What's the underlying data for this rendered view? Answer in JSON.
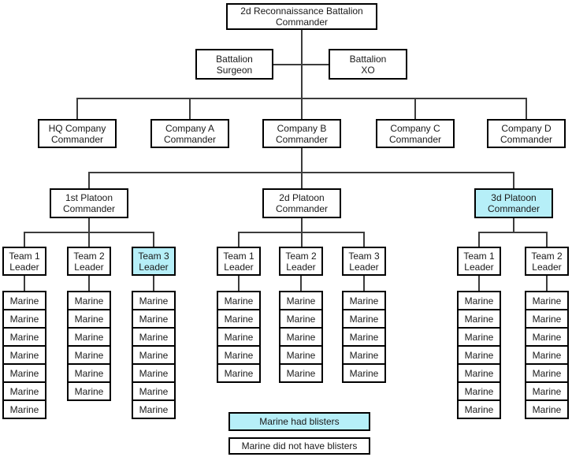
{
  "colors": {
    "highlight": "#b6eff8",
    "box_background": "#ffffff",
    "box_border": "#000000",
    "connector_line": "#3c3c3c"
  },
  "root": {
    "label": "2d Reconnaissance Battalion\nCommander"
  },
  "staff": [
    {
      "label": "Battalion\nSurgeon"
    },
    {
      "label": "Battalion\nXO"
    }
  ],
  "companies": [
    {
      "label": "HQ Company\nCommander"
    },
    {
      "label": "Company A\nCommander"
    },
    {
      "label": "Company B\nCommander"
    },
    {
      "label": "Company C\nCommander"
    },
    {
      "label": "Company D\nCommander"
    }
  ],
  "platoons": [
    {
      "label": "1st Platoon\nCommander",
      "highlighted": false,
      "teams": [
        {
          "label": "Team 1\nLeader",
          "highlighted": false,
          "marines": [
            0,
            1,
            0,
            0,
            0,
            0,
            0
          ]
        },
        {
          "label": "Team 2\nLeader",
          "highlighted": false,
          "marines": [
            0,
            0,
            1,
            0,
            0,
            0
          ]
        },
        {
          "label": "Team 3\nLeader",
          "highlighted": true,
          "marines": [
            0,
            1,
            0,
            1,
            0,
            0,
            0
          ]
        }
      ]
    },
    {
      "label": "2d Platoon\nCommander",
      "highlighted": false,
      "teams": [
        {
          "label": "Team 1\nLeader",
          "highlighted": false,
          "marines": [
            0,
            0,
            0,
            0,
            0
          ]
        },
        {
          "label": "Team 2\nLeader",
          "highlighted": false,
          "marines": [
            0,
            0,
            0,
            0,
            0
          ]
        },
        {
          "label": "Team 3\nLeader",
          "highlighted": false,
          "marines": [
            0,
            0,
            0,
            0,
            0
          ]
        }
      ]
    },
    {
      "label": "3d Platoon\nCommander",
      "highlighted": true,
      "teams": [
        {
          "label": "Team 1\nLeader",
          "highlighted": false,
          "marines": [
            0,
            0,
            0,
            0,
            0,
            0,
            0
          ]
        },
        {
          "label": "Team 2\nLeader",
          "highlighted": false,
          "marines": [
            0,
            0,
            0,
            0,
            0,
            0,
            0
          ]
        }
      ]
    }
  ],
  "marine_label": "Marine",
  "legend": [
    {
      "label": "Marine had blisters",
      "highlighted": true
    },
    {
      "label": "Marine did not have blisters",
      "highlighted": false
    }
  ]
}
